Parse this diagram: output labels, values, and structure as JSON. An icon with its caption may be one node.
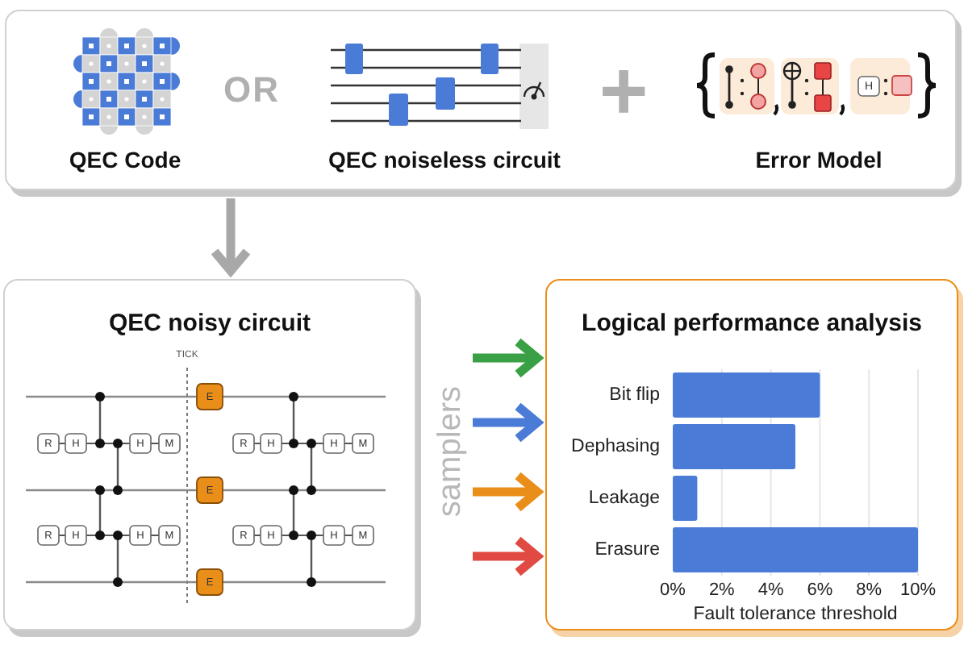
{
  "diagram": {
    "nodes": [
      {
        "text": [],
        "shape": "box"
      },
      {
        "text": [
          "QEC Code"
        ],
        "in": 0
      },
      {
        "text": [
          "QEC noiseless circuit"
        ],
        "in": 0
      },
      {
        "text": [
          "Error Model"
        ],
        "in": 0
      },
      {
        "text": [
          "QEC noisy circuit"
        ]
      },
      {
        "text": [
          "Logical performance analysis"
        ]
      }
    ],
    "edges": [
      {
        "from": 0,
        "to": 4,
        "arrow": "to"
      },
      {
        "from": 4,
        "to": 5,
        "arrow": "to",
        "color": "#3aa045"
      },
      {
        "from": 4,
        "to": 5,
        "arrow": "to",
        "color": "#4a7bd6"
      },
      {
        "from": 4,
        "to": 5,
        "arrow": "to",
        "color": "#ea8e1a"
      },
      {
        "from": 4,
        "to": 5,
        "arrow": "to",
        "color": "#e04a42"
      }
    ],
    "labels": [
      "OR",
      "+",
      "H",
      "TICK",
      "E",
      "R",
      "H",
      "H",
      "M",
      "R",
      "H",
      "H",
      "M",
      "E",
      "R",
      "H",
      "H",
      "M",
      "R",
      "H",
      "H",
      "M",
      "E",
      "samplers"
    ],
    "chart_data": {
      "type": "bar",
      "orientation": "horizontal",
      "grid": true,
      "xlabel": "Fault tolerance threshold",
      "categories": [
        "Bit flip",
        "Dephasing",
        "Leakage",
        "Erasure"
      ],
      "series": [
        {
          "color": "#4a7bd6",
          "values": [
            6,
            5,
            1,
            10
          ]
        }
      ],
      "xlim": [
        0,
        10
      ],
      "xticks": [
        {
          "value": 0,
          "label": "0%"
        },
        {
          "value": 2,
          "label": "2%"
        },
        {
          "value": 4,
          "label": "4%"
        },
        {
          "value": 6,
          "label": "6%"
        },
        {
          "value": 8,
          "label": "8%"
        },
        {
          "value": 10,
          "label": "10%"
        }
      ]
    }
  }
}
